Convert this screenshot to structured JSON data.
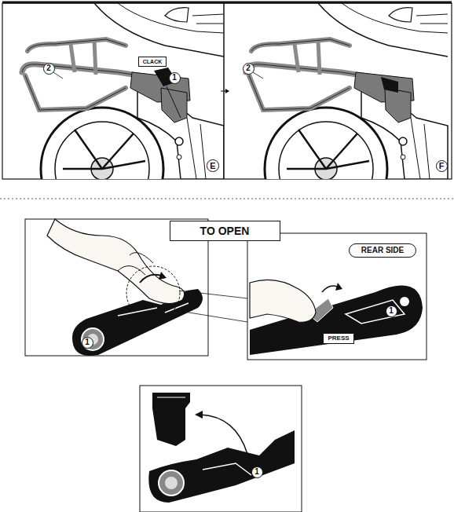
{
  "diagram": {
    "nodes": [
      {
        "text": [
          "2"
        ]
      },
      {
        "text": [
          "CLACK"
        ]
      },
      {
        "text": [
          "1"
        ]
      },
      {
        "text": [
          "E"
        ]
      },
      {
        "text": [
          "2"
        ]
      },
      {
        "text": [
          "F"
        ]
      },
      {
        "text": [
          "TO OPEN"
        ]
      },
      {
        "text": [
          "REAR SIDE"
        ]
      },
      {
        "text": [
          "1"
        ]
      },
      {
        "text": [
          "PRESS"
        ]
      },
      {
        "text": [
          "1"
        ]
      },
      {
        "text": [
          "1"
        ]
      }
    ]
  }
}
